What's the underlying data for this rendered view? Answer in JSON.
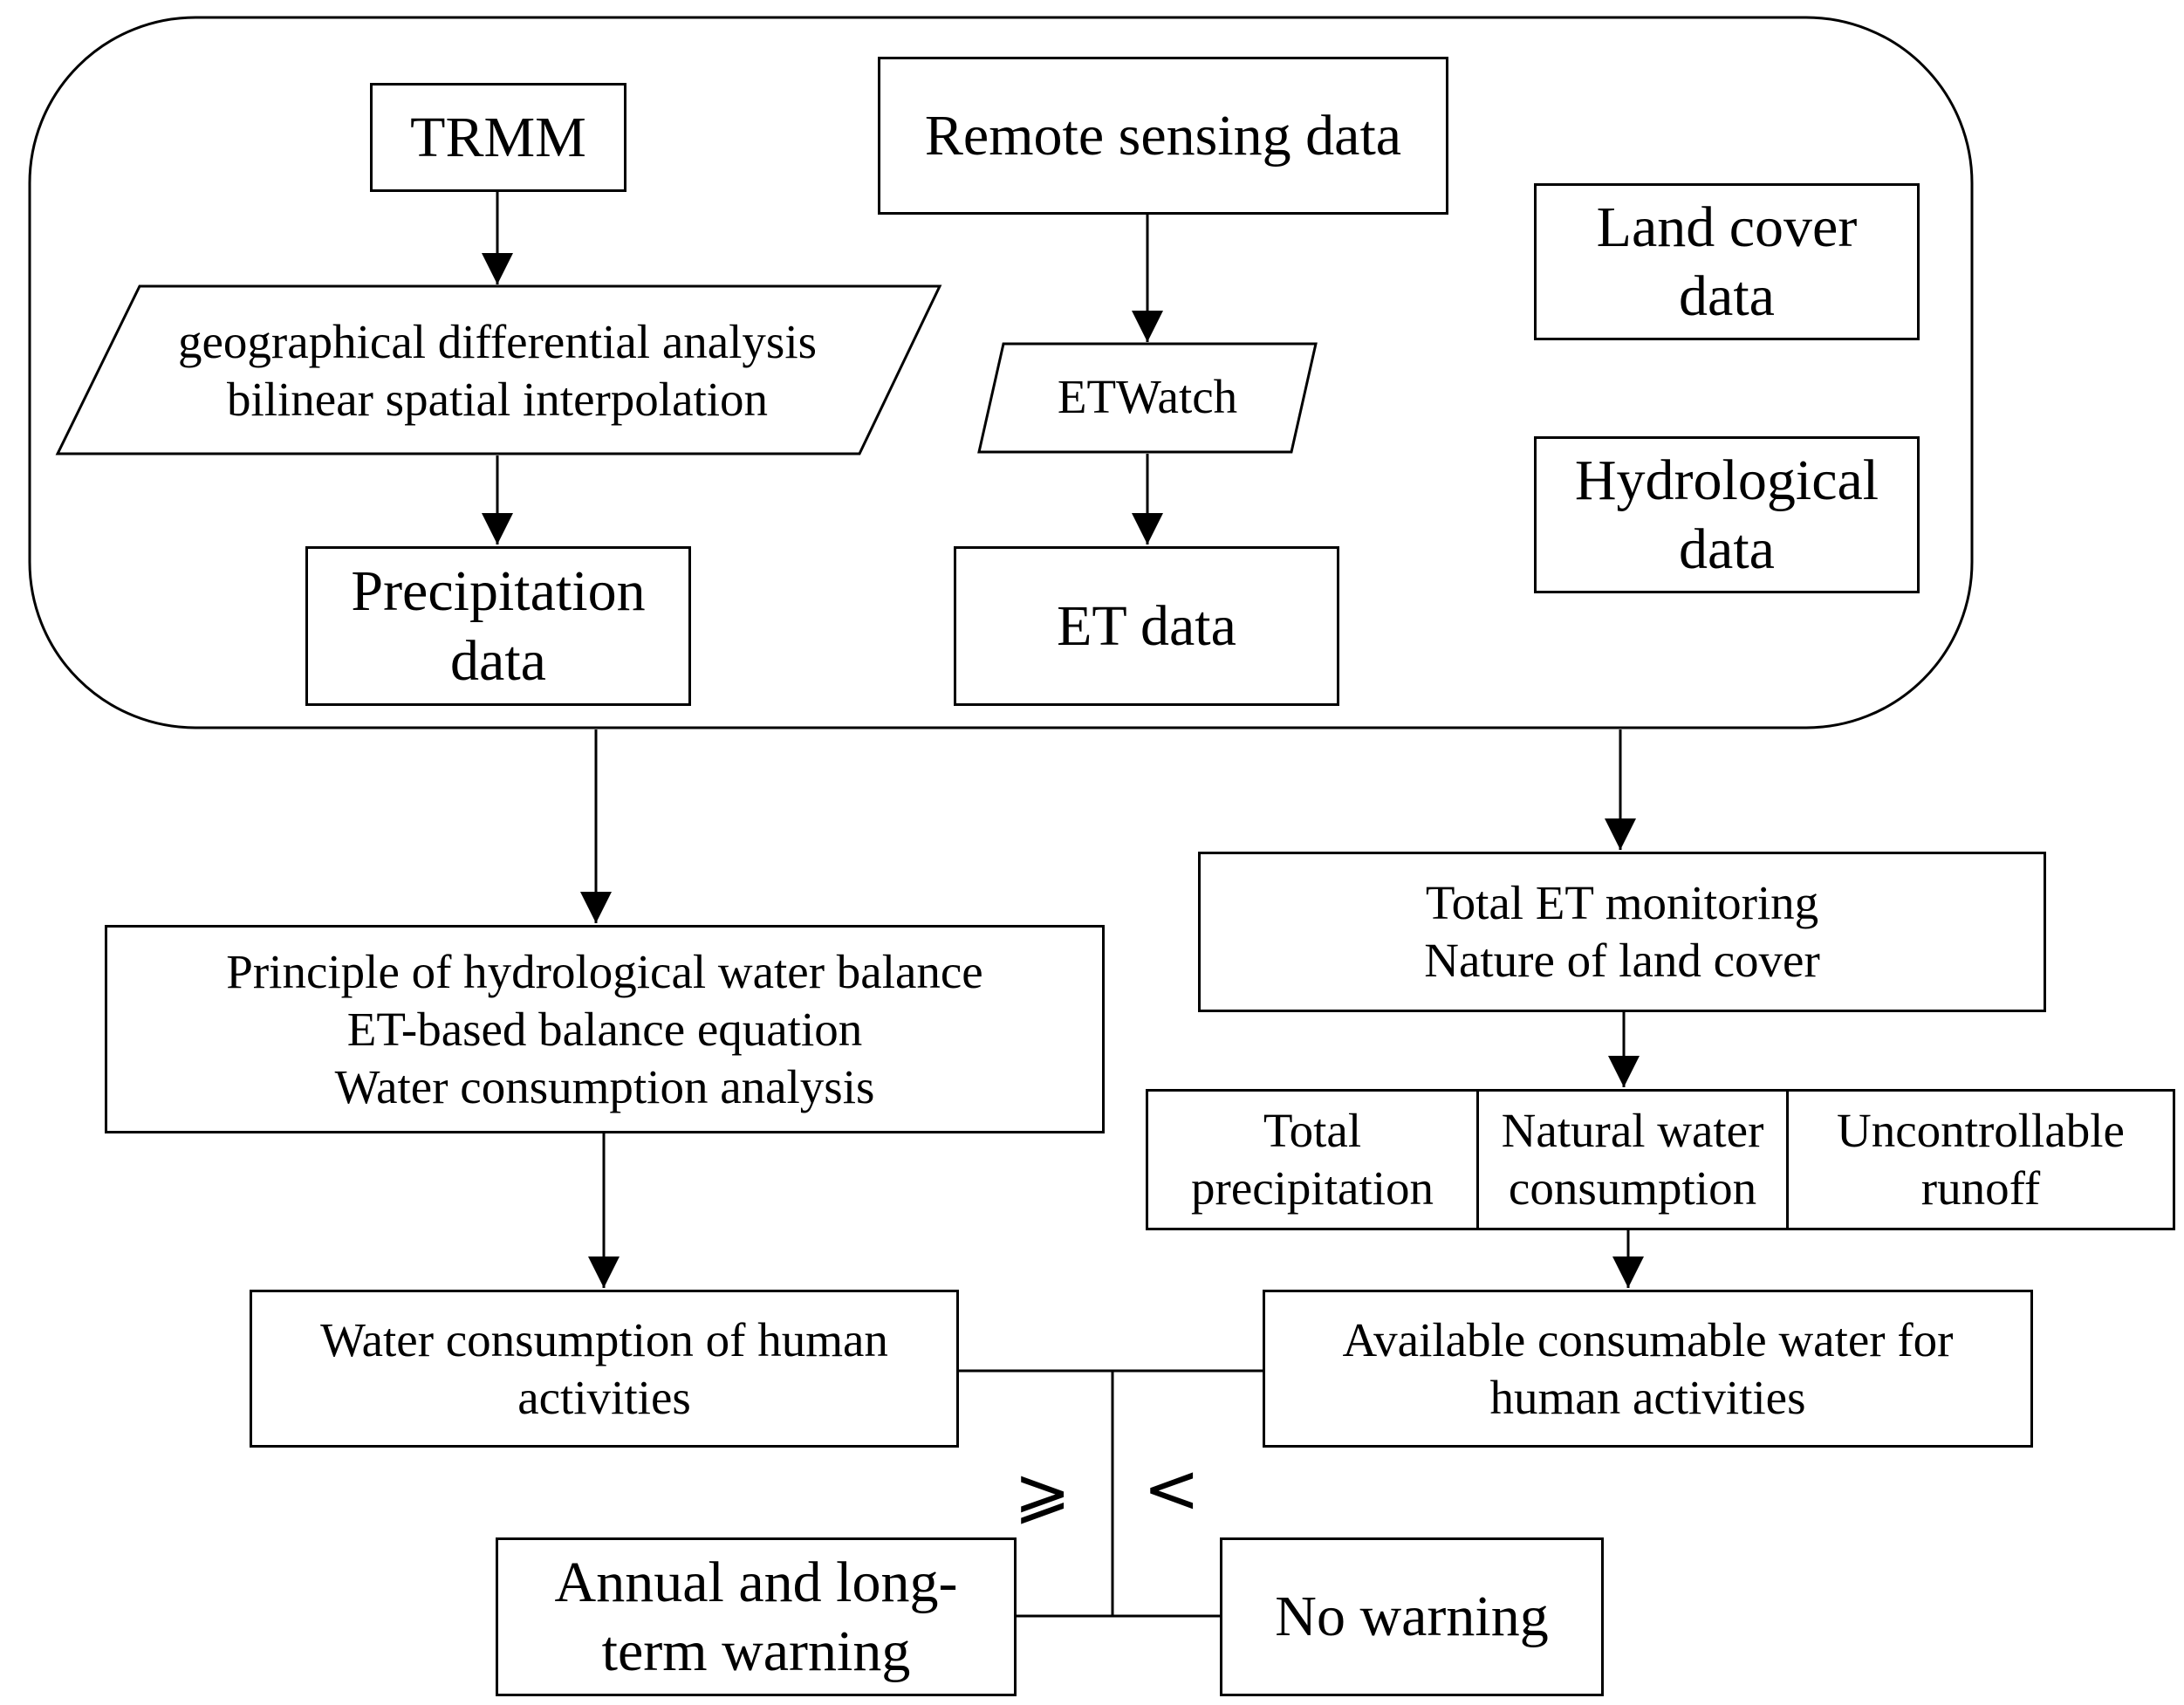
{
  "nodes": {
    "trmm": "TRMM",
    "interp": [
      "geographical differential analysis",
      "bilinear spatial interpolation"
    ],
    "precip": [
      "Precipitation",
      "data"
    ],
    "remote": "Remote sensing data",
    "etwatch": "ETWatch",
    "etdata": "ET data",
    "landcover": [
      "Land cover",
      "data"
    ],
    "hydro": [
      "Hydrological",
      "data"
    ],
    "balance": [
      "Principle of hydrological water balance",
      "ET-based balance equation",
      "Water consumption analysis"
    ],
    "etmon": [
      "Total ET monitoring",
      "Nature of land cover"
    ],
    "totprecip": [
      "Total",
      "precipitation"
    ],
    "natural": [
      "Natural water",
      "consumption"
    ],
    "runoff": [
      "Uncontrollable",
      "runoff"
    ],
    "human": [
      "Water consumption of human",
      "activities"
    ],
    "available": [
      "Available consumable water for",
      "human activities"
    ],
    "annual": [
      "Annual and long-",
      "term warning"
    ],
    "nowarn": "No warning"
  },
  "comparison": {
    "ge": "⩾",
    "lt": "<"
  }
}
